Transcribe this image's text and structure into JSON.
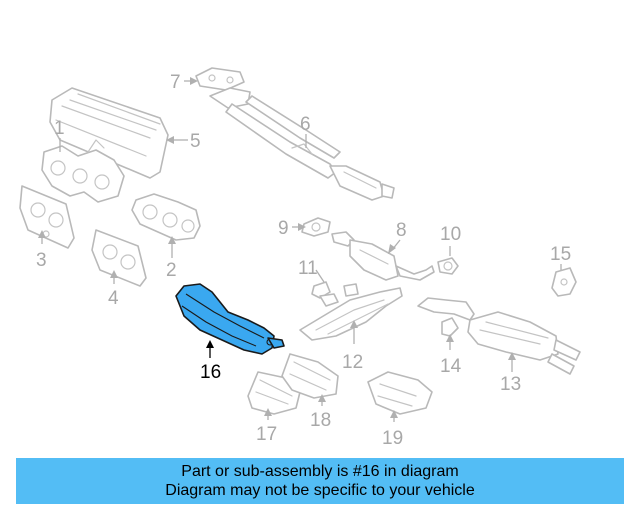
{
  "callouts": {
    "c1": "1",
    "c2": "2",
    "c3": "3",
    "c4": "4",
    "c5": "5",
    "c6": "6",
    "c7": "7",
    "c8": "8",
    "c9": "9",
    "c10": "10",
    "c11": "11",
    "c12": "12",
    "c13": "13",
    "c14": "14",
    "c15": "15",
    "c16": "16",
    "c17": "17",
    "c18": "18",
    "c19": "19"
  },
  "highlighted_part": "16",
  "colors": {
    "highlight_fill": "#3aa8f0",
    "banner_bg": "#53bdf5",
    "line_gray": "#b9b9b9"
  },
  "banner": {
    "line1": "Part or sub-assembly is #16 in diagram",
    "line2": "Diagram may not be specific to your vehicle"
  }
}
